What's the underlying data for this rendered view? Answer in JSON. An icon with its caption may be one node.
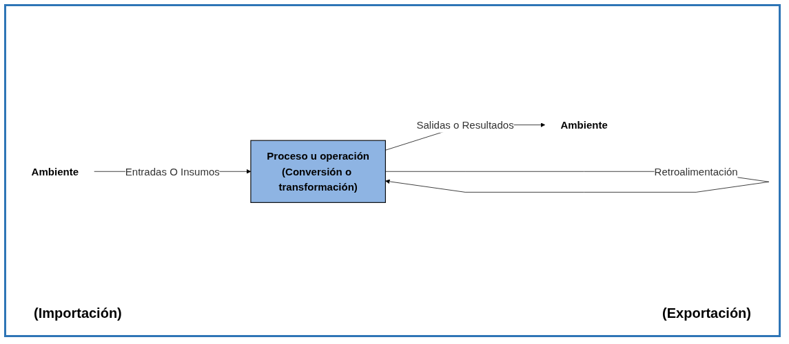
{
  "diagram": {
    "nodes": [
      {
        "text": [
          "Ambiente"
        ]
      },
      {
        "text": [
          "Proceso u operación",
          "(Conversión o transformación)"
        ]
      },
      {
        "text": [
          "Ambiente"
        ]
      }
    ],
    "edges": [
      {
        "from": 0,
        "to": 1,
        "arrow": "to",
        "label": "Entradas O Insumos"
      },
      {
        "from": 1,
        "to": 2,
        "arrow": "to",
        "label": "Salidas o Resultados"
      },
      {
        "from": 1,
        "to": 1,
        "arrow": "to",
        "label": "Retroalimentación"
      }
    ],
    "labels": [
      "(Importación)",
      "(Exportación)"
    ]
  }
}
